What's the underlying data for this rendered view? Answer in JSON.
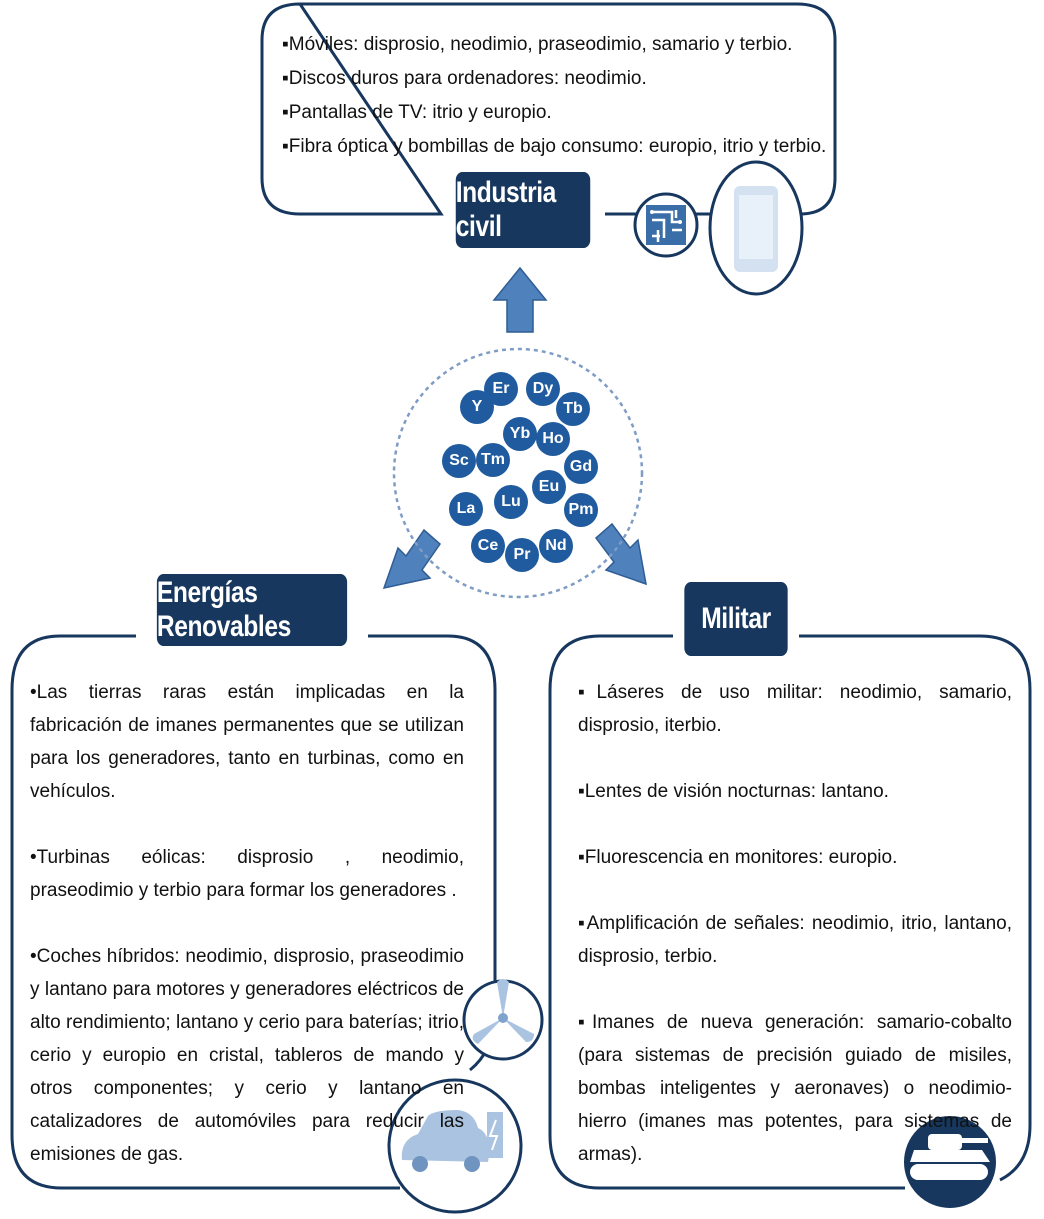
{
  "industria_civil": {
    "label": "Industria civil",
    "items": [
      "▪Móviles: disprosio, neodimio, praseodimio, samario y terbio.",
      "▪Discos duros para ordenadores: neodimio.",
      "▪Pantallas de TV: itrio y europio.",
      "▪Fibra óptica y bombillas de bajo consumo: europio, itrio y terbio."
    ]
  },
  "energias_renovables": {
    "label": "Energías Renovables",
    "items": [
      "•Las tierras raras están implicadas en la fabricación de imanes permanentes que se utilizan para los generadores, tanto en turbinas, como en vehículos.",
      "•Turbinas eólicas: disprosio , neodimio, praseodimio y terbio para formar los generadores .",
      "•Coches híbridos: neodimio, disprosio, praseodimio y lantano para motores y generadores eléctricos de alto rendimiento; lantano y cerio  para baterías; itrio, cerio y europio en cristal, tableros de mando y otros componentes; y cerio y lantano en catalizadores de automóviles para reducir las emisiones de gas."
    ]
  },
  "militar": {
    "label": "Militar",
    "items": [
      "▪Láseres de uso militar: neodimio, samario, disprosio, iterbio.",
      "▪Lentes de visión nocturnas: lantano.",
      "▪Fluorescencia en monitores: europio.",
      "▪Amplificación de señales: neodimio, itrio, lantano, disprosio, terbio.",
      "▪Imanes de nueva generación: samario-cobalto (para sistemas de precisión guiado de misiles, bombas inteligentes y aeronaves) o neodimio-hierro (imanes mas potentes, para sistemas de armas)."
    ]
  },
  "elements": {
    "er": "Er",
    "dy": "Dy",
    "y": "Y",
    "tb": "Tb",
    "yb": "Yb",
    "ho": "Ho",
    "sc": "Sc",
    "tm": "Tm",
    "gd": "Gd",
    "eu": "Eu",
    "lu": "Lu",
    "la": "La",
    "pm": "Pm",
    "ce": "Ce",
    "pr": "Pr",
    "nd": "Nd"
  },
  "icons": [
    "circuit-chip-icon",
    "smartphone-icon",
    "wind-turbine-icon",
    "electric-car-icon",
    "tank-icon"
  ],
  "colors": {
    "dark_blue": "#17375e",
    "arrow_blue": "#4f81bd",
    "element_blue": "#1f5b9e"
  }
}
